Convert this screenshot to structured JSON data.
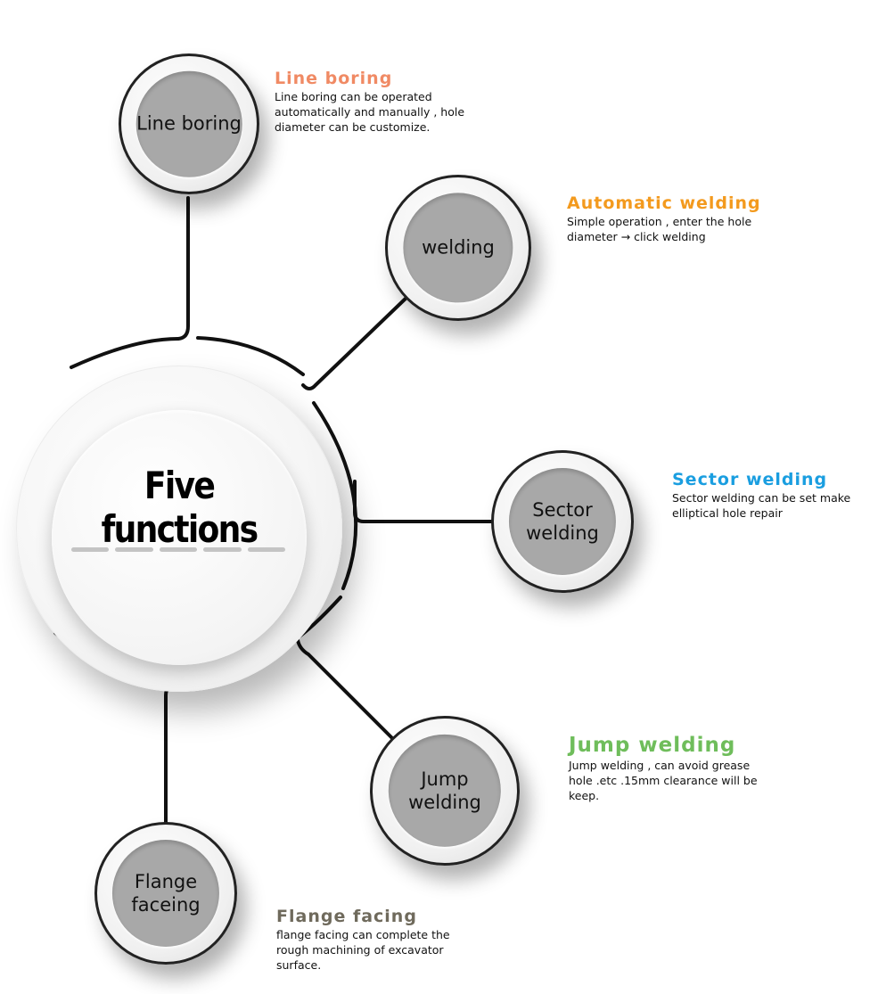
{
  "hub": {
    "title": "Five functions",
    "dash_count": 5
  },
  "colors": {
    "line_boring": "#f08a64",
    "automatic_welding": "#f39a1e",
    "sector_welding": "#1a9ee0",
    "jump_welding": "#6fbd5b",
    "flange_facing": "#6f6a5c",
    "connector": "#111111"
  },
  "nodes": {
    "line_boring": {
      "label": "Line boring"
    },
    "welding": {
      "label": "welding"
    },
    "sector_welding": {
      "label": "Sector\nwelding"
    },
    "jump_welding": {
      "label": "Jump\nwelding"
    },
    "flange_faceing": {
      "label": "Flange\nfaceing"
    }
  },
  "descriptions": {
    "line_boring": {
      "title": "Line boring",
      "text": "Line boring can be operated\nautomatically and manually , hole\ndiameter can be customize."
    },
    "automatic_welding": {
      "title": "Automatic welding",
      "text": "Simple operation , enter the hole\ndiameter → click welding"
    },
    "sector_welding": {
      "title": "Sector welding",
      "text": "Sector welding can be set make\nelliptical hole repair"
    },
    "jump_welding": {
      "title": "Jump welding",
      "text": "Jump welding , can avoid grease\nhole .etc  .15mm clearance will be\nkeep."
    },
    "flange_facing": {
      "title": "Flange facing",
      "text": "flange facing can complete the\nrough machining of excavator\nsurface."
    }
  }
}
